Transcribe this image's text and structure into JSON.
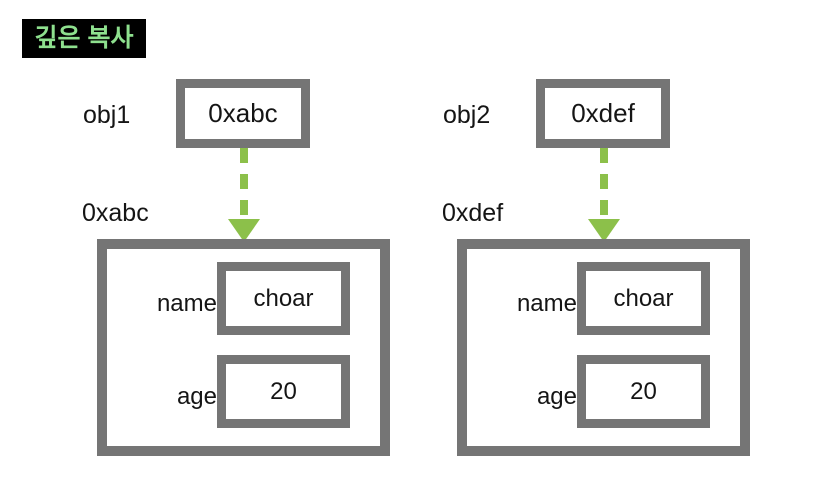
{
  "title": {
    "text": "깊은 복사",
    "text_color": "#8ee08e",
    "background_color": "#000000"
  },
  "colors": {
    "frame_gray": "#757575",
    "arrow_green": "#8cc04a",
    "box_fill": "#ffffff",
    "text": "#151515",
    "page_background": "#ffffff"
  },
  "diagram": {
    "type": "object-reference-diagram",
    "groups": [
      {
        "variable_label": "obj1",
        "pointer_value": "0xabc",
        "heap_address_label": "0xabc",
        "arrow": "dashed-down-arrow",
        "fields": [
          {
            "name": "name",
            "value": "choar"
          },
          {
            "name": "age",
            "value": "20"
          }
        ]
      },
      {
        "variable_label": "obj2",
        "pointer_value": "0xdef",
        "heap_address_label": "0xdef",
        "arrow": "dashed-down-arrow",
        "fields": [
          {
            "name": "name",
            "value": "choar"
          },
          {
            "name": "age",
            "value": "20"
          }
        ]
      }
    ]
  }
}
